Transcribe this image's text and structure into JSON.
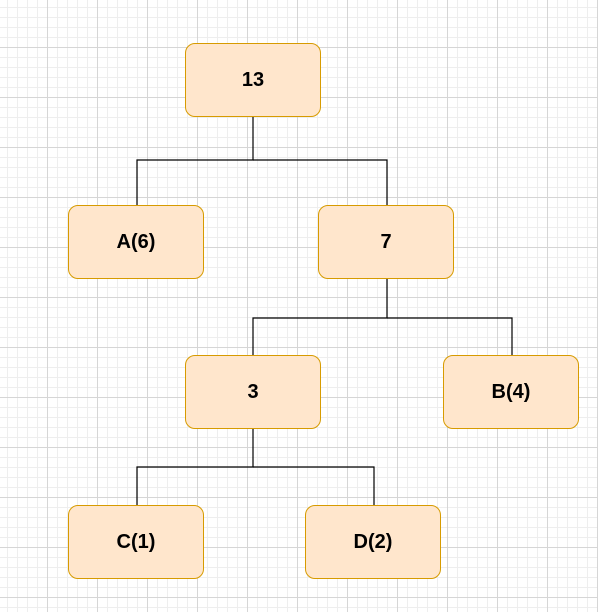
{
  "tree": {
    "nodes": {
      "root": "13",
      "a": "A(6)",
      "seven": "7",
      "three": "3",
      "b": "B(4)",
      "c": "C(1)",
      "d": "D(2)"
    },
    "edges": [
      [
        "root",
        "a"
      ],
      [
        "root",
        "seven"
      ],
      [
        "seven",
        "three"
      ],
      [
        "seven",
        "b"
      ],
      [
        "three",
        "c"
      ],
      [
        "three",
        "d"
      ]
    ],
    "colors": {
      "node_fill": "#ffe6cc",
      "node_border": "#d79b00",
      "edge": "#000000"
    }
  }
}
